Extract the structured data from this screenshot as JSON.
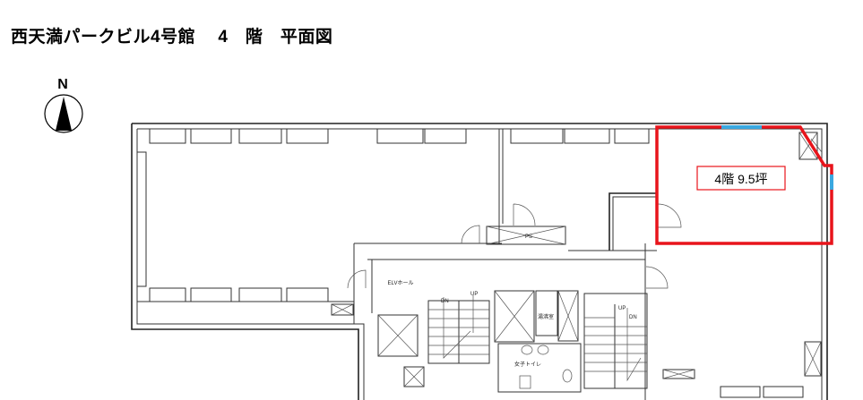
{
  "header": {
    "title": "西天満パークビル4号館　 4　階　平面図"
  },
  "compass": {
    "label": "N"
  },
  "unit": {
    "label": "4階  9.5坪",
    "highlight_color": "#e8141b",
    "window_color": "#3aa8e0"
  },
  "rooms": {
    "elv_hall": "ELVホール",
    "ps": "PS",
    "kitchen": "湯沸室",
    "toilet": "女子トイレ",
    "stair_left_dn": "DN",
    "stair_left_up": "UP",
    "stair_right_up": "UP",
    "stair_right_dn": "DN"
  }
}
